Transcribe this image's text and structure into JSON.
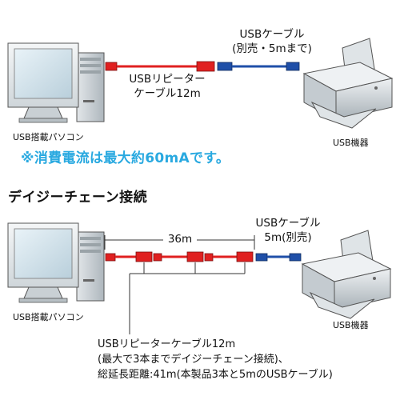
{
  "top": {
    "pc_label": "USB搭載パソコン",
    "printer_label": "USB機器",
    "repeater_label_line1": "USBリピーター",
    "repeater_label_line2": "ケーブル12m",
    "usb_cable_line1": "USBケーブル",
    "usb_cable_line2": "(別売・5mまで)",
    "note": "※消費電流は最大約60mAです。"
  },
  "bottom": {
    "heading": "デイジーチェーン接続",
    "distance_label": "36m",
    "usb_cable_line1": "USBケーブル",
    "usb_cable_line2": "5m(別売)",
    "pc_label": "USB搭載パソコン",
    "printer_label": "USB機器",
    "caption_line1": "USBリピーターケーブル12m",
    "caption_line2": "(最大で3本までデイジーチェーン接続)、",
    "caption_line3": "総延長距離:41m(本製品3本と5mのUSBケーブル)"
  },
  "colors": {
    "repeater_cable": "#e02020",
    "usb_cable": "#1f4fa8",
    "note": "#29a9e0"
  }
}
